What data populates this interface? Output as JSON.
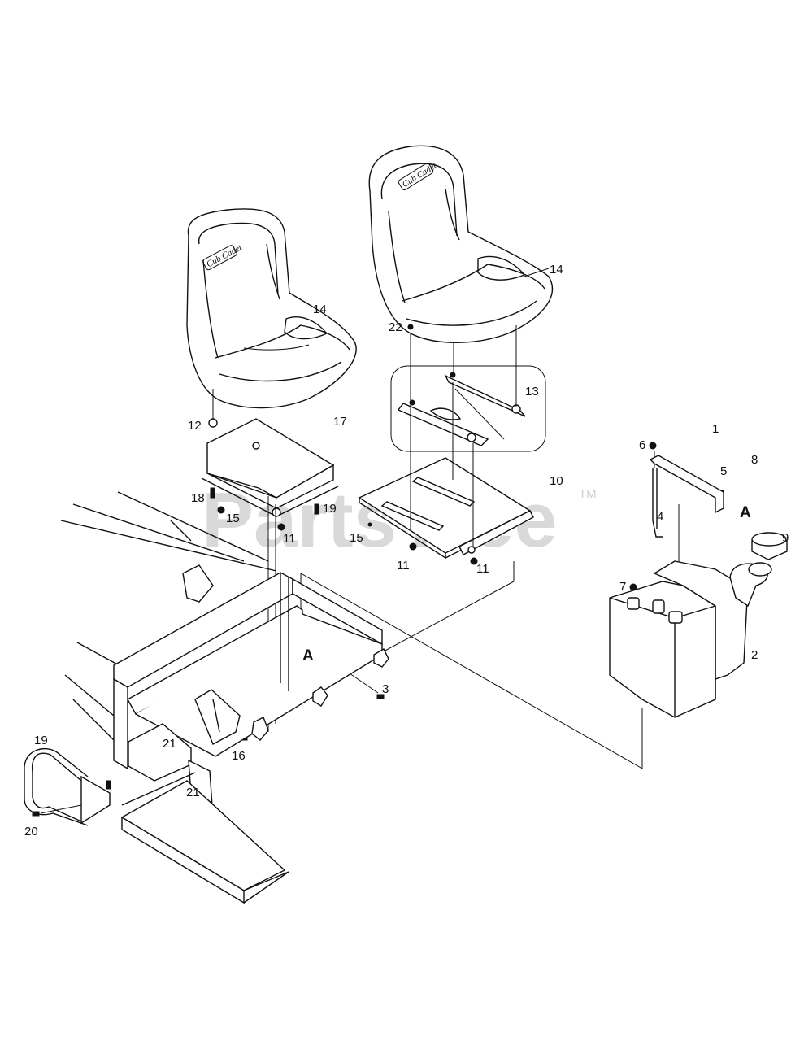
{
  "watermark": {
    "text": "PartsTree",
    "tm": "TM"
  },
  "seat_logo": "Cub Cadet",
  "callouts": {
    "c1": "1",
    "c2": "2",
    "c3": "3",
    "c4": "4",
    "c5": "5",
    "c6": "6",
    "c7": "7",
    "c8": "8",
    "c9": "9",
    "c10": "10",
    "c11a": "11",
    "c11b": "11",
    "c11c": "11",
    "c12": "12",
    "c13": "13",
    "c14a": "14",
    "c14b": "14",
    "c15a": "15",
    "c15b": "15",
    "c16": "16",
    "c17": "17",
    "c18": "18",
    "c19a": "19",
    "c19b": "19",
    "c20": "20",
    "c21a": "21",
    "c21b": "21",
    "c22": "22",
    "refA1": "A",
    "refA2": "A"
  }
}
